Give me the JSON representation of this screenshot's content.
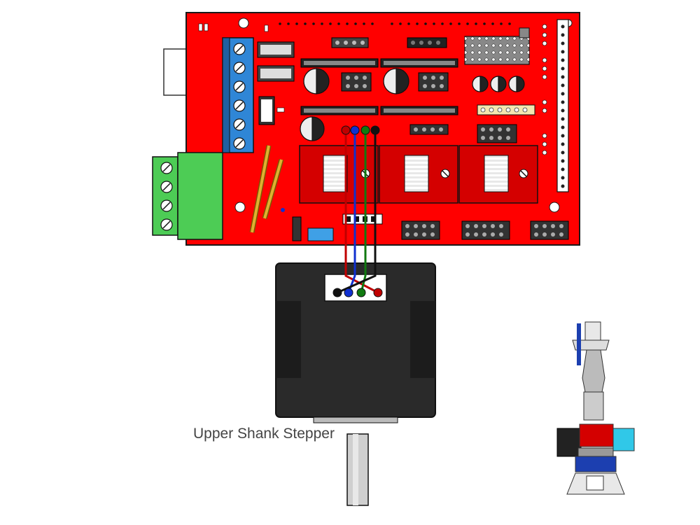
{
  "diagram": {
    "caption": "Upper Shank Stepper"
  },
  "colors": {
    "board": "#ff0000",
    "board_outline": "#1a1a1a",
    "terminal_blue": "#2f86d6",
    "terminal_green": "#4dcc55",
    "motor_body": "#2a2a2a",
    "wire_red": "#c00000",
    "wire_blue": "#1030d0",
    "wire_green": "#107a10",
    "wire_black": "#111111"
  },
  "components": {
    "controller_board": "ramps-shield",
    "stepper_drivers": 3,
    "motor_wires": [
      "red",
      "blue",
      "green",
      "black"
    ]
  }
}
